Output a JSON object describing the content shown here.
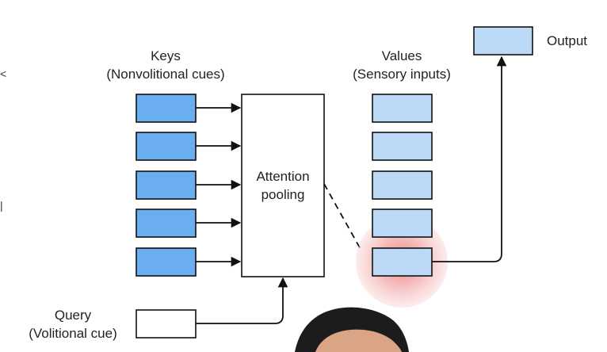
{
  "diagram": {
    "keys": {
      "title": "Keys",
      "subtitle": "(Nonvolitional cues)",
      "count": 5
    },
    "values": {
      "title": "Values",
      "subtitle": "(Sensory inputs)",
      "count": 5,
      "highlighted_index": 4
    },
    "attention": {
      "line1": "Attention",
      "line2": "pooling"
    },
    "query": {
      "line1": "Query",
      "line2": "(Volitional cue)"
    },
    "output": {
      "label": "Output"
    },
    "colors": {
      "key_fill": "#6aaef0",
      "value_fill": "#bcd9f7",
      "highlight": "#e46464"
    }
  }
}
